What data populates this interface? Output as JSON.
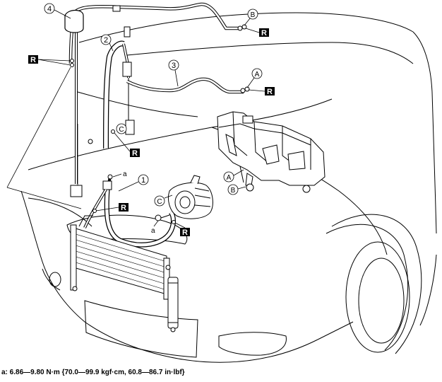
{
  "callouts": {
    "c1": "1",
    "c2": "2",
    "c3": "3",
    "c4": "4"
  },
  "letters": {
    "A": "A",
    "B": "B",
    "C": "C"
  },
  "small_label": "a",
  "replace_tag": "R",
  "spec_note": "a: 6.86—9.80 N·m {70.0—99.9 kgf·cm, 60.8—86.7 in·lbf}"
}
